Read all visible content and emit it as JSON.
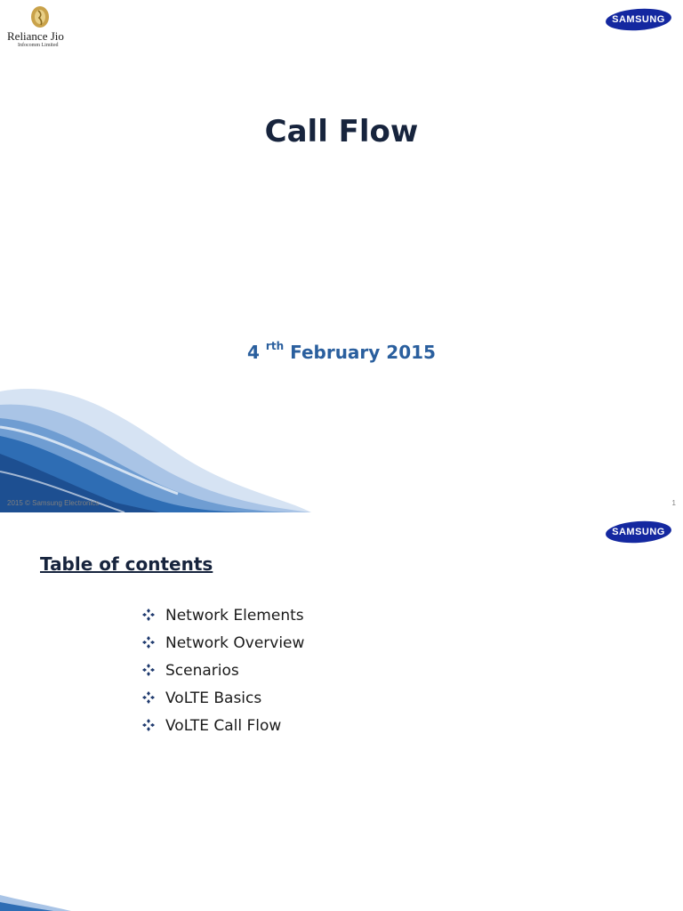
{
  "slide1": {
    "logo": {
      "name": "Reliance Jio",
      "subtitle": "Infocomm Limited"
    },
    "brand": "SAMSUNG",
    "title": "Call Flow",
    "date": {
      "day": "4",
      "suffix": "rth",
      "rest": "February 2015"
    },
    "footer": "2015 © Samsung Electronics",
    "page_number": "1"
  },
  "slide2": {
    "brand": "SAMSUNG",
    "heading": "Table of contents",
    "items": [
      "Network Elements",
      "Network Overview",
      "Scenarios",
      "VoLTE Basics",
      "VoLTE Call Flow"
    ]
  },
  "colors": {
    "title": "#17243d",
    "date": "#2a5f9e",
    "brand_blue": "#1428a0",
    "swoosh": "#2e6db4"
  }
}
